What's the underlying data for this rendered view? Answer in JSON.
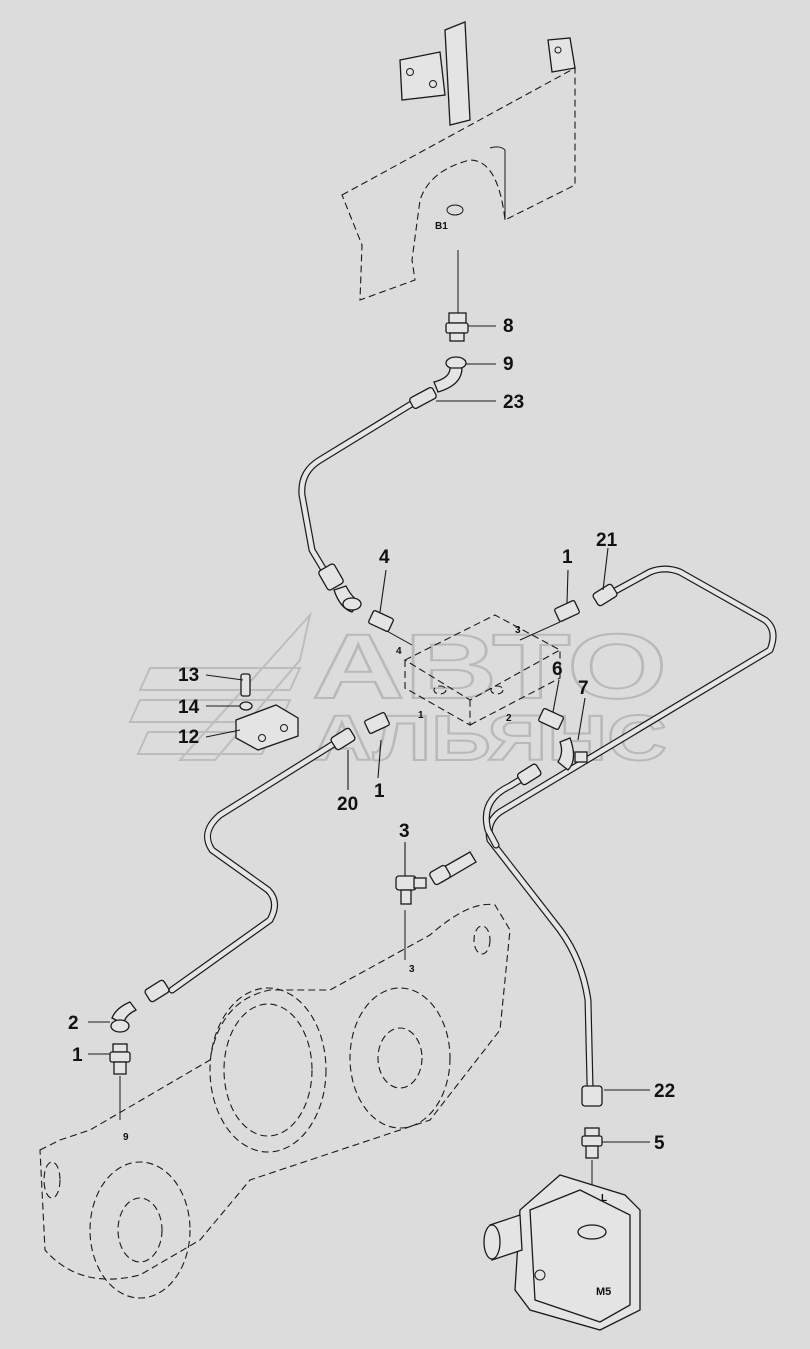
{
  "watermark": {
    "line1": "АВТО",
    "line2": "АЛЬЯНС"
  },
  "callouts": [
    {
      "id": "c8",
      "text": "8"
    },
    {
      "id": "c9",
      "text": "9"
    },
    {
      "id": "c23",
      "text": "23"
    },
    {
      "id": "c4",
      "text": "4"
    },
    {
      "id": "c1a",
      "text": "1"
    },
    {
      "id": "c21",
      "text": "21"
    },
    {
      "id": "c13",
      "text": "13"
    },
    {
      "id": "c14",
      "text": "14"
    },
    {
      "id": "c12",
      "text": "12"
    },
    {
      "id": "c6",
      "text": "6"
    },
    {
      "id": "c7",
      "text": "7"
    },
    {
      "id": "c1b",
      "text": "1"
    },
    {
      "id": "c20",
      "text": "20"
    },
    {
      "id": "c3",
      "text": "3"
    },
    {
      "id": "c2",
      "text": "2"
    },
    {
      "id": "c1c",
      "text": "1"
    },
    {
      "id": "c22",
      "text": "22"
    },
    {
      "id": "c5",
      "text": "5"
    }
  ],
  "port_labels": {
    "b1": "B1",
    "block_3": "3",
    "block_4": "4",
    "block_1": "1",
    "block_2": "2",
    "frame_3": "3",
    "frame_9": "9",
    "pump_l": "L",
    "pump_m5": "M5"
  }
}
